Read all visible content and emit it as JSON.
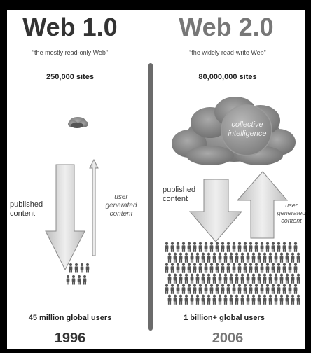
{
  "web1": {
    "title": "Web 1.0",
    "subtitle": "“the mostly read-only Web”",
    "sites": "250,000 sites",
    "down_label": "published\ncontent",
    "up_label": "user\ngenerated\ncontent",
    "users": "45 million global users",
    "year": "1996"
  },
  "web2": {
    "title": "Web 2.0",
    "subtitle": "“the widely read-write Web”",
    "sites": "80,000,000 sites",
    "cloud_label": "collective\nintelligence",
    "down_label": "published\ncontent",
    "up_label": "user\ngenerated\ncontent",
    "users": "1 billion+ global users",
    "year": "2006"
  },
  "colors": {
    "frame": "#000000",
    "background": "#ffffff",
    "divider": "#6b6b6b",
    "arrow_fill": "#d9d9d9",
    "arrow_stroke": "#8a8a8a",
    "cloud": "#8c8c8c",
    "people": "#555555"
  }
}
